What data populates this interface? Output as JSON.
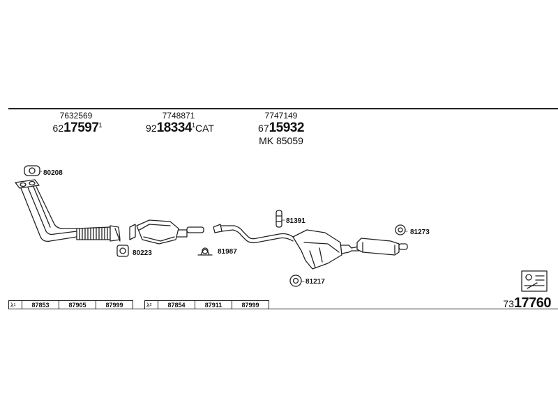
{
  "parts": {
    "front_pipe": {
      "ref": "7632569",
      "prefix": "62",
      "main": "17597",
      "sup": "1",
      "suffix": ""
    },
    "catalyst": {
      "ref": "7748871",
      "prefix": "92",
      "main": "18334",
      "sup": "1",
      "suffix": "CAT"
    },
    "rear_section": {
      "ref": "7747149",
      "prefix": "67",
      "main": "15932",
      "sup": "",
      "suffix": "",
      "mk": "MK  85059"
    }
  },
  "clamps": {
    "c80208": "80208",
    "c80223": "80223",
    "c81987": "81987",
    "c81391": "81391",
    "c81273": "81273",
    "c81217": "81217"
  },
  "lambda": [
    {
      "label": "λ¹",
      "values": [
        "87853",
        "87905",
        "87999"
      ]
    },
    {
      "label": "λ²",
      "values": [
        "87854",
        "87911",
        "87999"
      ]
    }
  ],
  "assembly": {
    "prefix": "73",
    "main": "17760"
  }
}
